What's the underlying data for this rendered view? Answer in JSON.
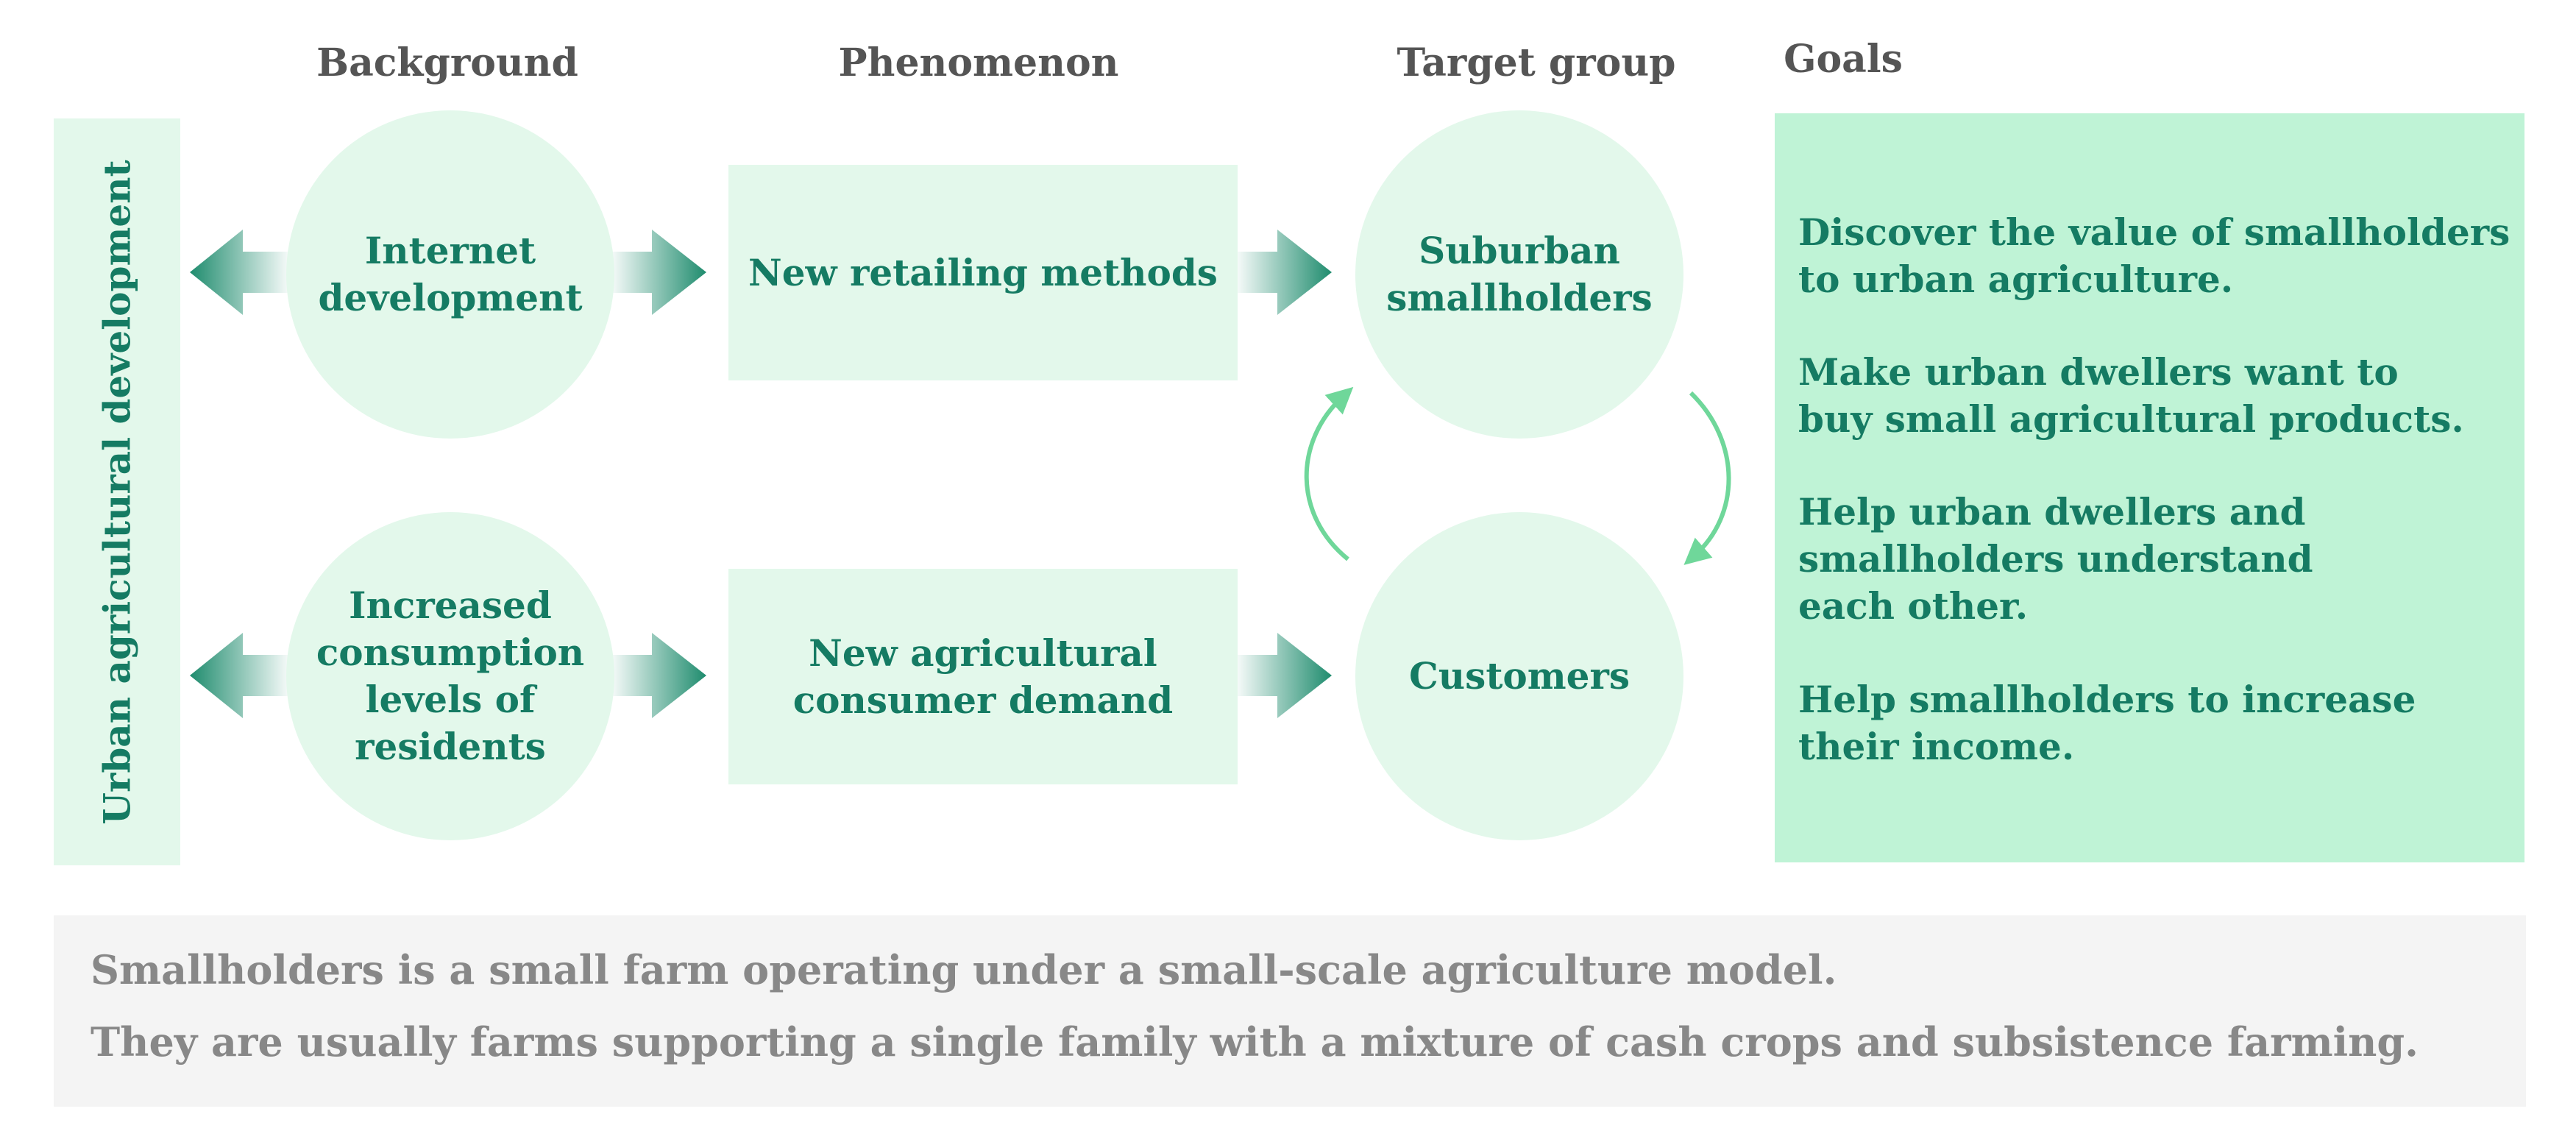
{
  "columns": {
    "background": "Background",
    "phenomenon": "Phenomenon",
    "target_group": "Target group",
    "goals": "Goals"
  },
  "sidebar_label": "Urban agricultural development",
  "background_items": [
    "Internet\ndevelopment",
    "Increased\nconsumption\nlevels of\nresidents"
  ],
  "phenomenon_items": [
    "New retailing methods",
    "New agricultural\nconsumer demand"
  ],
  "target_items": [
    "Suburban\nsmallholders",
    "Customers"
  ],
  "goals_items": [
    "Discover the value of smallholders\nto urban agriculture.",
    "Make urban dwellers want to\nbuy small agricultural products.",
    "Help urban dwellers and\nsmallholders understand\neach other.",
    "Help smallholders to increase\ntheir income."
  ],
  "footnote": [
    "Smallholders is a small farm operating under a small-scale agriculture model.",
    "They are usually farms supporting a single family with a mixture of cash crops and subsistence farming."
  ],
  "colors": {
    "node_fill": "#e3f8eb",
    "goals_fill": "#bff3d6",
    "text_teal": "#157b63",
    "arrow_dark": "#1f8c6e",
    "cycle_arrow": "#6fd79a",
    "note_fill": "#f4f4f4",
    "note_text": "#888888",
    "header_text": "#555555"
  }
}
